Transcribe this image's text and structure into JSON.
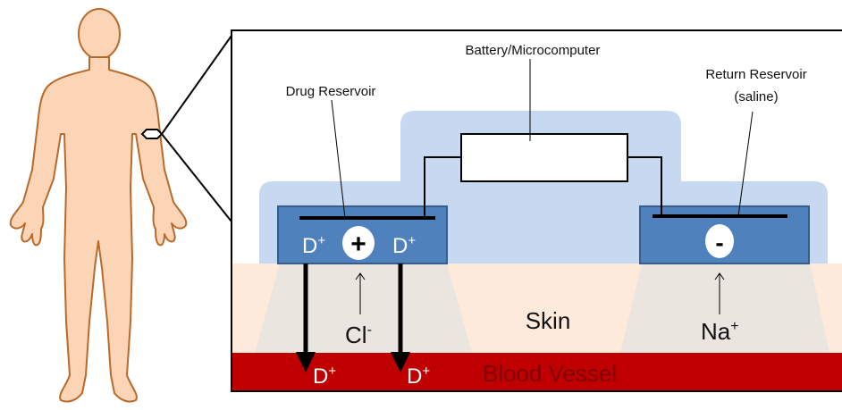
{
  "labels": {
    "battery": "Battery/Microcomputer",
    "drug_reservoir": "Drug Reservoir",
    "return_reservoir_line1": "Return Reservoir",
    "return_reservoir_line2": "(saline)",
    "skin": "Skin",
    "blood_vessel": "Blood Vessel"
  },
  "anode": {
    "polarity": "+",
    "drug_ion": "D",
    "drug_charge": "+",
    "counter_ion": "Cl",
    "counter_charge": "-"
  },
  "cathode": {
    "polarity": "-",
    "counter_ion": "Na",
    "counter_charge": "+"
  },
  "delivered_drug": {
    "ion": "D",
    "charge": "+"
  },
  "colors": {
    "body_fill": "#fbd5b5",
    "body_outline": "#b96a2b",
    "device_housing": "#c6d9f1",
    "reservoir": "#4f81bd",
    "reservoir_border": "#385d8a",
    "skin": "#fdeadb",
    "blood": "#c00000",
    "blood_text": "#7f0000"
  }
}
